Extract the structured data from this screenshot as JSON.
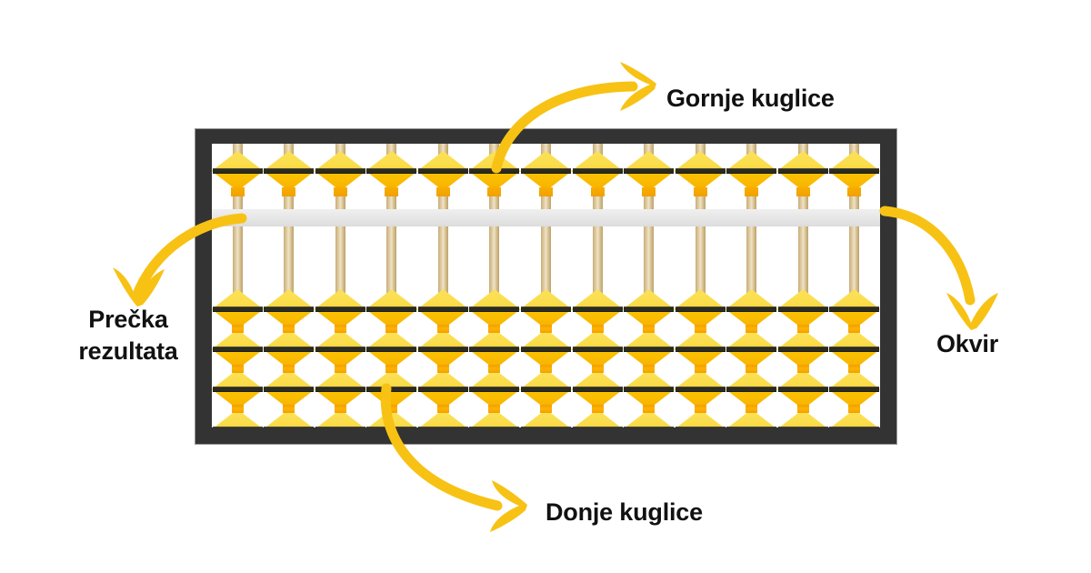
{
  "diagram": {
    "subject": "abacus-soroban",
    "background_color": "#ffffff",
    "columns": 13,
    "upper_bead_rows": 1,
    "lower_bead_rows": 4,
    "colors": {
      "frame": "#333333",
      "beam": "#e6e6e6",
      "rod": "#d9c395",
      "bead_top": "#FBE158",
      "bead_bottom": "#F9B700",
      "bead_stripe": "#2b2b20",
      "arrow": "#F7C214",
      "label_text": "#111111"
    }
  },
  "labels": {
    "upper_beads": "Gornje kuglice",
    "lower_beads": "Donje kuglice",
    "frame": "Okvir",
    "beam": "Prečka\nrezultata"
  },
  "arrows": [
    {
      "name": "arrow-to-upper-beads",
      "from": "upper bead row",
      "to": "Gornje kuglice label",
      "direction": "right"
    },
    {
      "name": "arrow-to-lower-beads",
      "from": "lower bead rows",
      "to": "Donje kuglice label",
      "direction": "right"
    },
    {
      "name": "arrow-to-frame",
      "from": "right frame edge",
      "to": "Okvir label",
      "direction": "down"
    },
    {
      "name": "arrow-to-beam",
      "from": "reckoning beam",
      "to": "Prečka rezultata label",
      "direction": "down-left"
    }
  ]
}
